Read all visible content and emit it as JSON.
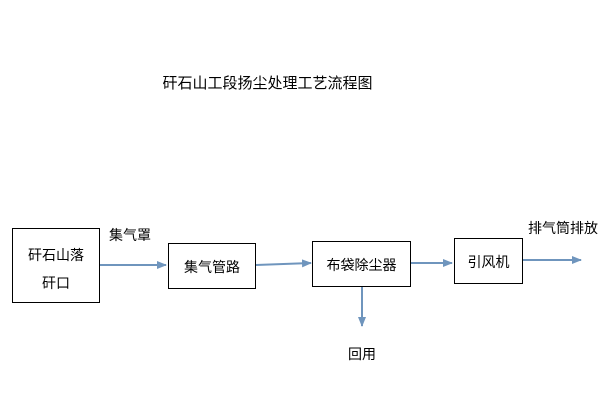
{
  "diagram": {
    "title": "矸石山工段扬尘处理工艺流程图",
    "nodes": {
      "source_line1": "矸石山落",
      "source_line2": "矸口",
      "pipe": "集气管路",
      "filter": "布袋除尘器",
      "fan": "引风机"
    },
    "edge_labels": {
      "hood": "集气罩",
      "exhaust": "排气筒排放",
      "reuse": "回用"
    },
    "colors": {
      "arrow": "#6f95bd",
      "box_border": "#000000"
    }
  }
}
